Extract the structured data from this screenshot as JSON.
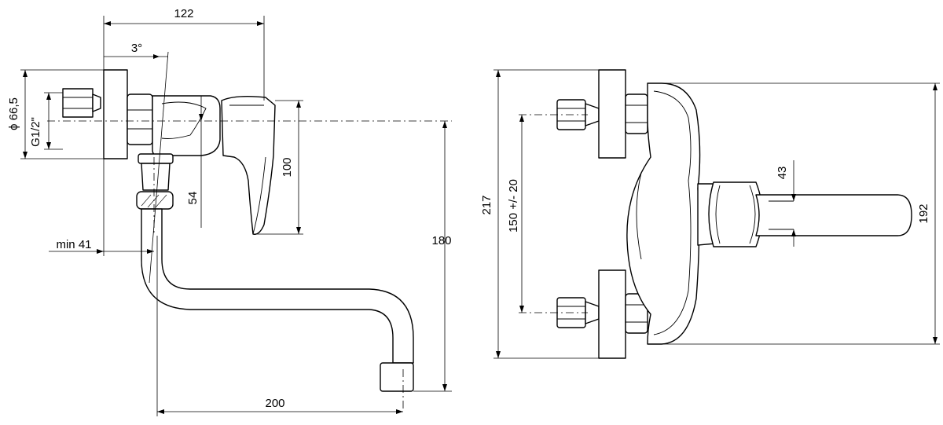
{
  "side_view": {
    "dimensions": {
      "overall_depth": "122",
      "angle": "3°",
      "diameter": "ϕ 66,5",
      "thread": "G1/2\"",
      "handle_height": "100",
      "body_drop": "54",
      "spout_height": "180",
      "min_offset": "min 41",
      "spout_reach": "200"
    }
  },
  "front_view": {
    "dimensions": {
      "overall_width": "217",
      "centre_distance": "150 +/- 20",
      "handle_offset": "43",
      "handle_length": "192"
    }
  }
}
